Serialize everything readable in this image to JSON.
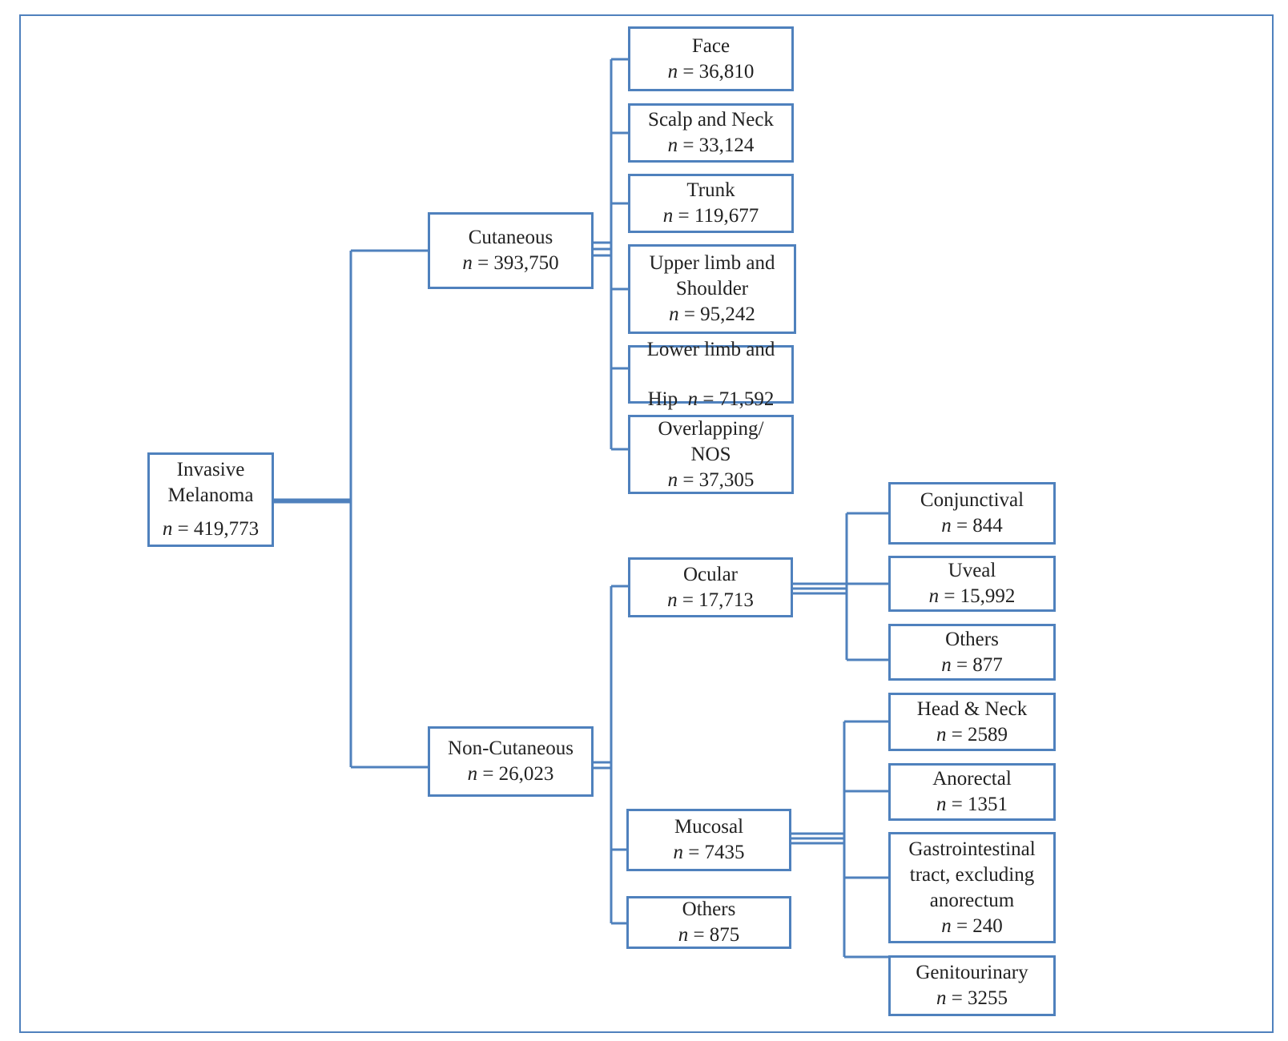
{
  "colors": {
    "line": "#4f81bd",
    "text": "#222222"
  },
  "n_symbol": "n",
  "nodes": {
    "invasive": {
      "label": "Invasive\nMelanoma",
      "count": "= 419,773"
    },
    "cutaneous": {
      "label": "Cutaneous",
      "count": "= 393,750"
    },
    "noncutaneous": {
      "label": "Non-Cutaneous",
      "count": "= 26,023"
    },
    "face": {
      "label": "Face",
      "count": "= 36,810"
    },
    "scalp": {
      "label": "Scalp and Neck",
      "count": "= 33,124"
    },
    "trunk": {
      "label": "Trunk",
      "count": "= 119,677"
    },
    "upper": {
      "label": "Upper limb and\nShoulder",
      "count": "= 95,242"
    },
    "lower": {
      "label": "Lower limb and\nHip",
      "count": "= 71,592"
    },
    "overlap": {
      "label": "Overlapping/\nNOS",
      "count": "= 37,305"
    },
    "ocular": {
      "label": "Ocular",
      "count": "= 17,713"
    },
    "mucosal": {
      "label": "Mucosal",
      "count": "= 7435"
    },
    "others_nc": {
      "label": "Others",
      "count": "= 875"
    },
    "conj": {
      "label": "Conjunctival",
      "count": "= 844"
    },
    "uveal": {
      "label": "Uveal",
      "count": "= 15,992"
    },
    "others_oc": {
      "label": "Others",
      "count": "= 877"
    },
    "headneck": {
      "label": "Head & Neck",
      "count": "= 2589"
    },
    "anorectal": {
      "label": "Anorectal",
      "count": "= 1351"
    },
    "gi": {
      "label": "Gastrointestinal\ntract, excluding\nanorectum",
      "count": "= 240"
    },
    "genito": {
      "label": "Genitourinary",
      "count": "= 3255"
    }
  }
}
